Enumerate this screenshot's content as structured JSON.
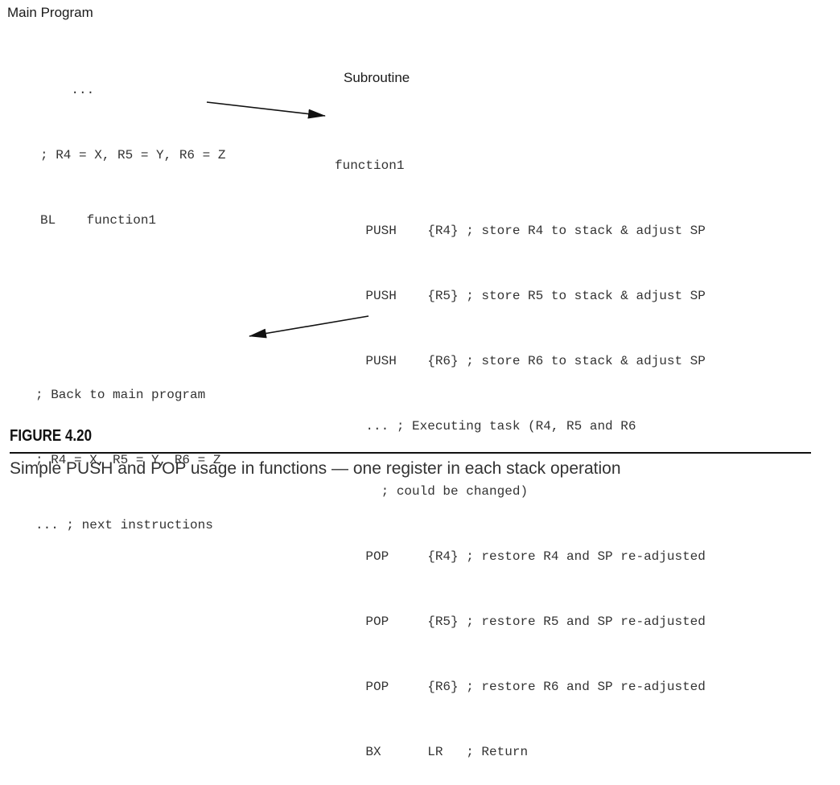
{
  "labels": {
    "main_program": "Main Program",
    "subroutine": "Subroutine"
  },
  "main_code": [
    "    ...",
    "; R4 = X, R5 = Y, R6 = Z",
    "BL    function1"
  ],
  "subroutine_code": [
    "function1",
    "    PUSH    {R4} ; store R4 to stack & adjust SP",
    "    PUSH    {R5} ; store R5 to stack & adjust SP",
    "    PUSH    {R6} ; store R6 to stack & adjust SP",
    "    ... ; Executing task (R4, R5 and R6",
    "      ; could be changed)",
    "    POP     {R4} ; restore R4 and SP re-adjusted",
    "    POP     {R5} ; restore R5 and SP re-adjusted",
    "    POP     {R6} ; restore R6 and SP re-adjusted",
    "    BX      LR   ; Return"
  ],
  "return_code": [
    "; Back to main program",
    "; R4 = X, R5 = Y, R6 = Z",
    "... ; next instructions"
  ],
  "figure": {
    "number": "FIGURE 4.20",
    "caption": "Simple PUSH and POP usage in functions — one register in each stack operation"
  }
}
